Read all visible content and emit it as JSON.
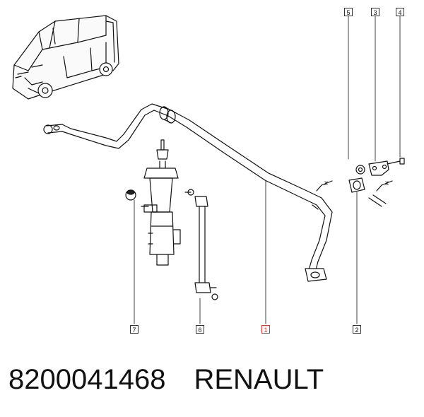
{
  "diagram": {
    "callouts": {
      "c1": "1",
      "c2": "2",
      "c3": "3",
      "c4": "4",
      "c5": "5",
      "c6": "6",
      "c7": "7"
    },
    "markers": {
      "m1": "x",
      "m2": "x"
    },
    "highlight_color": "#d33333"
  },
  "caption": {
    "part_number": "8200041468",
    "brand": "RENAULT"
  }
}
